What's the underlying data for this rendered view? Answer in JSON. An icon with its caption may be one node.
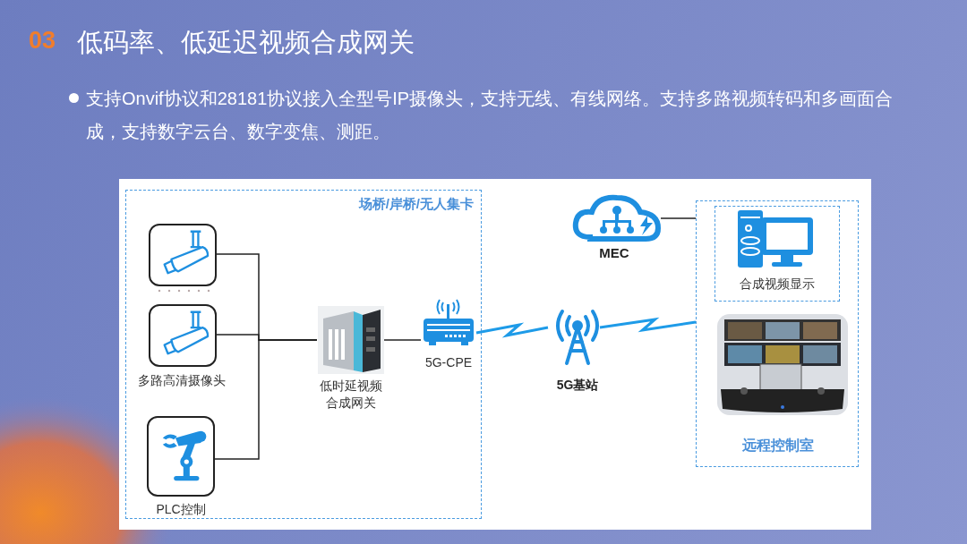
{
  "diagram": {
    "title": "低码率、低延迟视频合成网关",
    "nodes": [
      {
        "text": [
          "场桥/岸桥/无人集卡"
        ]
      },
      {
        "text": [],
        "shape": "picture",
        "in": 0
      },
      {
        "text": [],
        "shape": "picture",
        "in": 0,
        "beside": [
          "多路高清摄像头"
        ]
      },
      {
        "text": [
          "PLC控制"
        ],
        "in": 0
      },
      {
        "text": [
          "低时延视频合成网关"
        ],
        "in": 0
      },
      {
        "text": [
          "5G-CPE"
        ],
        "in": 0
      },
      {
        "text": [
          "5G基站"
        ]
      },
      {
        "text": [
          "MEC"
        ]
      },
      {
        "text": [
          "远程控制室"
        ]
      },
      {
        "text": [
          "合成视频显示"
        ],
        "in": 8
      },
      {
        "text": [],
        "shape": "picture",
        "in": 8
      }
    ],
    "edges": [
      {
        "from": 1,
        "to": 4,
        "arrow": "none"
      },
      {
        "from": 2,
        "to": 4,
        "arrow": "none"
      },
      {
        "from": 3,
        "to": 4,
        "arrow": "none"
      },
      {
        "from": 4,
        "to": 5,
        "arrow": "none"
      },
      {
        "from": 5,
        "to": 6,
        "arrow": "none",
        "color": "#1e9be8"
      },
      {
        "from": 6,
        "to": 8,
        "arrow": "none",
        "color": "#1e9be8"
      },
      {
        "from": 7,
        "to": 8,
        "arrow": "none"
      }
    ],
    "labels": [
      "03",
      "支持Onvif协议和28181协议接入全型号IP摄像头，支持无线、有线网络。支持多路视频转码和多画面合成，支持数字云台、数字变焦、测距。"
    ]
  }
}
